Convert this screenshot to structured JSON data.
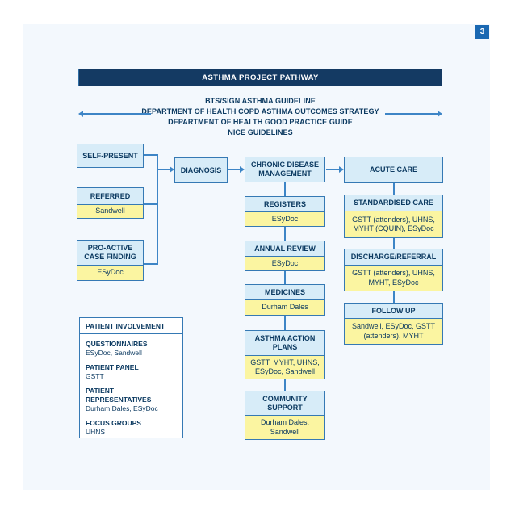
{
  "page": {
    "number": "3",
    "title": "ASTHMA PROJECT PATHWAY",
    "guidelines": {
      "line1": "BTS/SIGN ASTHMA GUIDELINE",
      "line2": "DEPARTMENT OF HEALTH COPD ASTHMA OUTCOMES STRATEGY",
      "line3": "DEPARTMENT OF HEALTH GOOD PRACTICE GUIDE",
      "line4": "NICE GUIDELINES"
    }
  },
  "colors": {
    "page_background": "#f3f8fd",
    "title_bar": "#143a63",
    "box_fill_blue": "#d7ecf8",
    "box_fill_yellow": "#fbf5a1",
    "box_border": "#3579b4",
    "text_navy": "#0c3a61",
    "connector_blue": "#3d85c6",
    "page_number_blue": "#1a68b2"
  },
  "flow": {
    "entries": [
      {
        "label": "SELF-PRESENT",
        "value": ""
      },
      {
        "label": "REFERRED",
        "value": "Sandwell"
      },
      {
        "label": "PRO-ACTIVE CASE FINDING",
        "value": "ESyDoc"
      }
    ],
    "diagnosis": {
      "label": "DIAGNOSIS"
    },
    "management": {
      "head": "CHRONIC DISEASE MANAGEMENT",
      "children": [
        {
          "label": "REGISTERS",
          "value": "ESyDoc"
        },
        {
          "label": "ANNUAL REVIEW",
          "value": "ESyDoc"
        },
        {
          "label": "MEDICINES",
          "value": "Durham Dales"
        },
        {
          "label": "ASTHMA ACTION PLANS",
          "value": "GSTT, MYHT, UHNS, ESyDoc, Sandwell"
        },
        {
          "label": "COMMUNITY SUPPORT",
          "value": "Durham Dales, Sandwell"
        }
      ]
    },
    "acute": {
      "head": "ACUTE CARE",
      "children": [
        {
          "label": "STANDARDISED CARE",
          "value": "GSTT (attenders), UHNS, MYHT (CQUIN), ESyDoc"
        },
        {
          "label": "DISCHARGE/REFERRAL",
          "value": "GSTT (attenders), UHNS, MYHT, ESyDoc"
        },
        {
          "label": "FOLLOW UP",
          "value": "Sandwell, ESyDoc, GSTT (attenders), MYHT"
        }
      ]
    },
    "patient_involvement": {
      "title": "PATIENT INVOLVEMENT",
      "items": [
        {
          "heading": "QUESTIONNAIRES",
          "value": "ESyDoc, Sandwell"
        },
        {
          "heading": "PATIENT PANEL",
          "value": "GSTT"
        },
        {
          "heading": "PATIENT REPRESENTATIVES",
          "value": "Durham Dales, ESyDoc"
        },
        {
          "heading": "FOCUS GROUPS",
          "value": "UHNS"
        }
      ]
    }
  }
}
